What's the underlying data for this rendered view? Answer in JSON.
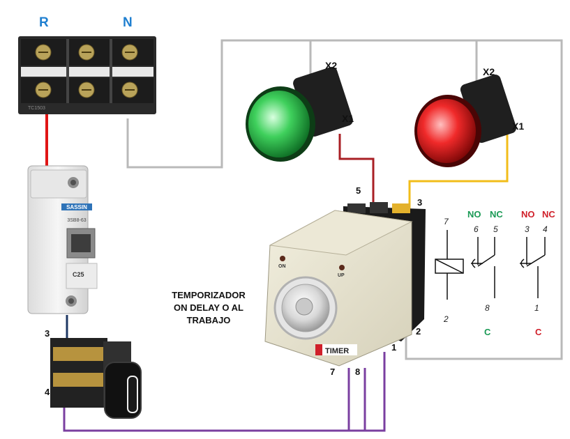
{
  "terminal_block": {
    "phase_label": "R",
    "neutral_label": "N",
    "model_text": "TC1503"
  },
  "breaker": {
    "brand": "SASSIN",
    "model": "3SB8-63",
    "rating": "C25"
  },
  "switch": {
    "terminal_top": "3",
    "terminal_bottom": "4"
  },
  "lamp_green": {
    "x2_label": "X2",
    "x1_label": "X1"
  },
  "lamp_red": {
    "x2_label": "X2",
    "x1_label": "X1"
  },
  "timer": {
    "caption_line1": "TEMPORIZADOR",
    "caption_line2": "ON DELAY  O AL",
    "caption_line3": "TRABAJO",
    "name_plate": "TIMER",
    "led_on": "ON",
    "led_up": "UP",
    "pin_1": "1",
    "pin_2": "2",
    "pin_3": "3",
    "pin_5": "5",
    "pin_7": "7",
    "pin_8": "8"
  },
  "schematic": {
    "coil_top": "7",
    "coil_bottom": "2",
    "no_a": "NO",
    "nc_a": "NC",
    "pin_6": "6",
    "pin_5": "5",
    "pin_8": "8",
    "c_a": "C",
    "no_b": "NO",
    "nc_b": "NC",
    "pin_3": "3",
    "pin_4": "4",
    "pin_1": "1",
    "c_b": "C"
  },
  "colors": {
    "phase_label": "#1f7fd0",
    "green_contact": "#1a9a55",
    "red_contact": "#d0202a",
    "wire_red": "#e01515",
    "wire_dark_red": "#a91f24",
    "wire_gray": "#b9b9b9",
    "wire_yellow": "#f2bd1a",
    "wire_purple": "#7a3fa0",
    "wire_navy": "#1f3864"
  }
}
